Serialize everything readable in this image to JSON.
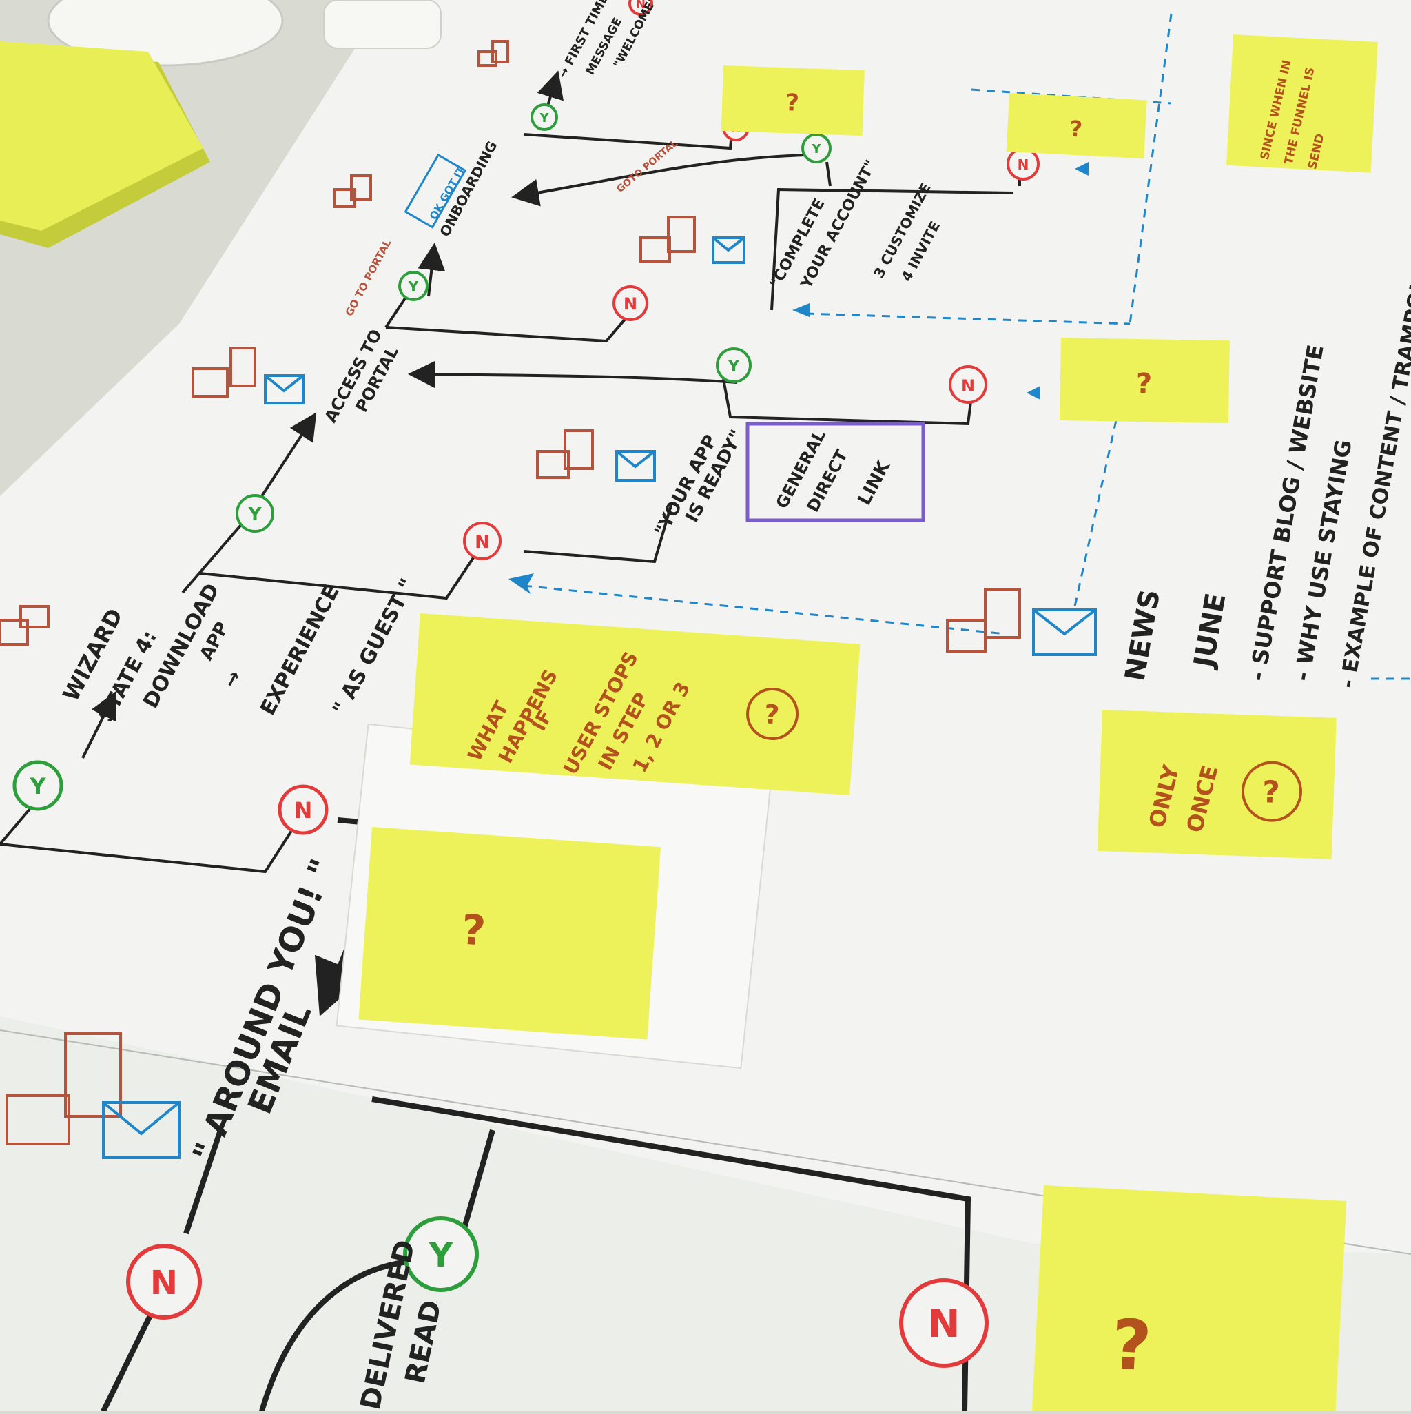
{
  "colors": {
    "table": "#d9dbd2",
    "paper": "#f3f4f1",
    "ink": "#222222",
    "yes": "#2e9e3c",
    "no": "#e33b3b",
    "device": "#b5533c",
    "email": "#1f87c9",
    "sticky": "#eef25a",
    "note_ink": "#b4521e",
    "purple": "#7b5ccf"
  },
  "nodes": {
    "wizard": "WIZARD",
    "state4": "STATE 4:",
    "download": "DOWNLOAD",
    "app": "APP",
    "arrow": "→",
    "experience": "EXPERIENCE",
    "as_guest": "\" AS GUEST \"",
    "your_app": "\"YOUR APP",
    "is_ready": "IS READY\"",
    "general": "GENERAL",
    "direct": "DIRECT",
    "link": "LINK",
    "access_to": "ACCESS TO",
    "portal": "PORTAL",
    "go_to_portal": "GO TO PORTAL",
    "ok_got_it": "OK GOT IT",
    "onboarding": "ONBOARDING",
    "first_time": "→ FIRST TIME",
    "message": "MESSAGE",
    "welcome": "\"WELCOME\"",
    "complete": "\"COMPLETE",
    "your_account": "YOUR ACCOUNT\"",
    "customize": "3 CUSTOMIZE",
    "invite": "4 INVITE",
    "goto_portal2": "GOTO PORTAL",
    "around_you": "\" AROUND YOU! \"",
    "email": "EMAIL",
    "delivered": "DELIVERED",
    "read": "READ",
    "news": "NEWS",
    "june": "JUNE",
    "support_blog": "- SUPPORT BLOG / WEBSITE",
    "why_use": "- WHY USE STAYING",
    "example": "- EXAMPLE OF CONTENT / TRAMPOLIN",
    "yes_mark": "Y",
    "no_mark": "N"
  },
  "notes": {
    "what_happens": [
      "WHAT",
      "HAPPENS",
      "IF",
      "USER STOPS",
      "IN STEP",
      "1, 2 OR 3"
    ],
    "only_once": [
      "ONLY",
      "ONCE"
    ],
    "top_right": [
      "SINCE WHEN IN",
      "THE FUNNEL IS",
      "SEND"
    ],
    "question": "?"
  }
}
